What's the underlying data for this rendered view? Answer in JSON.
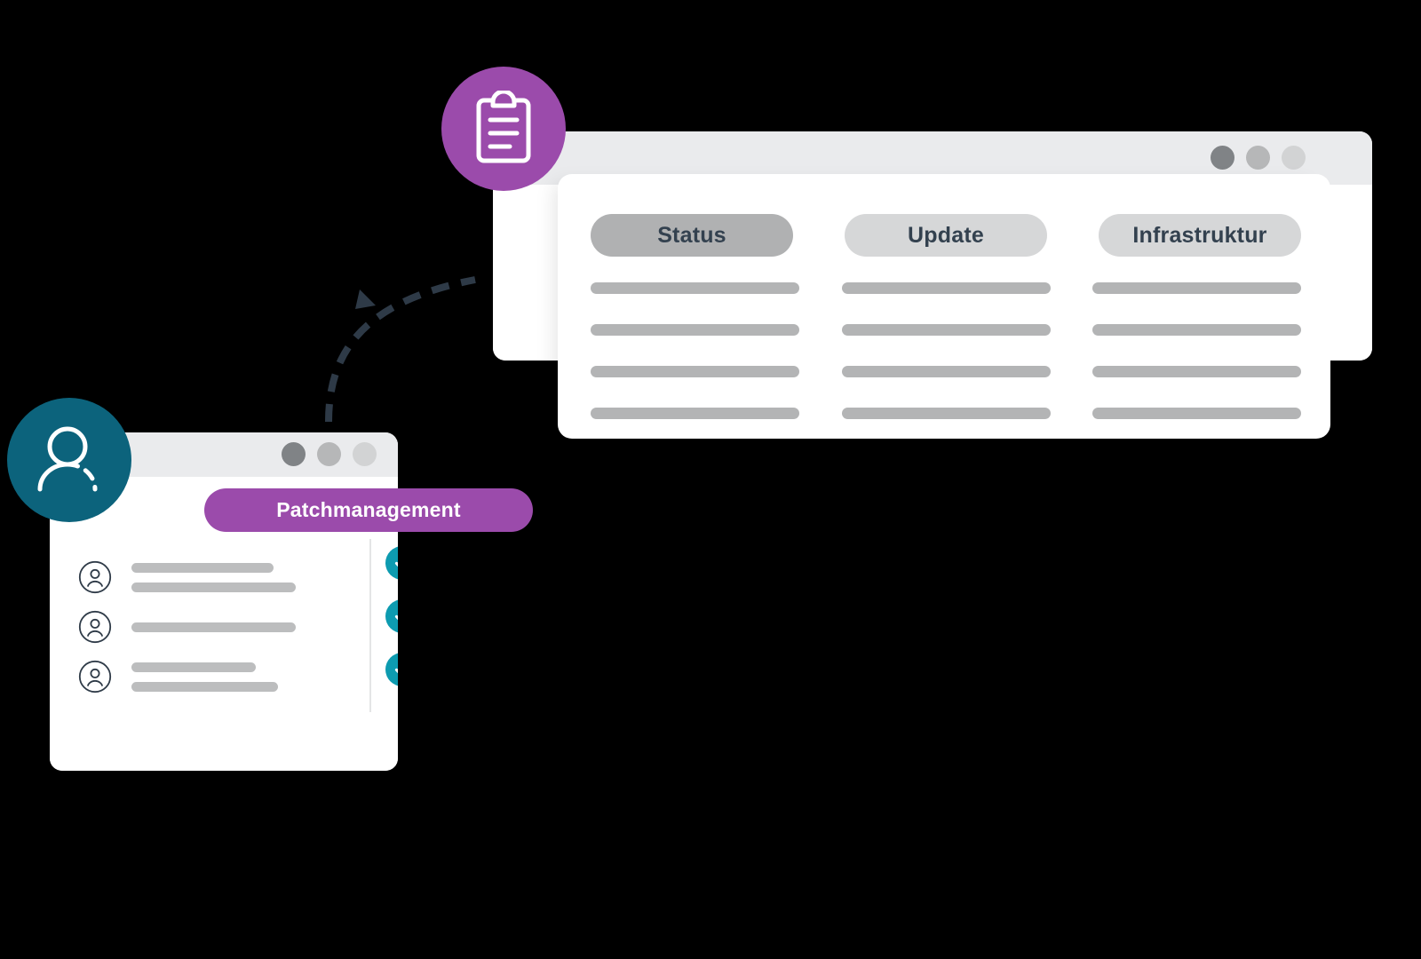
{
  "colors": {
    "purple": "#9b4bab",
    "teal_badge": "#0c637c",
    "teal_check": "#0d9bb0",
    "tab_active_bg": "#b0b1b2",
    "tab_bg": "#d6d7d8",
    "tab_text": "#33414f",
    "placeholder_bar": "#b3b4b5",
    "titlebar": "#eaebed",
    "arrow": "#2e3a47",
    "background": "#000000"
  },
  "clipboard_badge": {
    "icon": "clipboard-icon"
  },
  "avatar_badge": {
    "icon": "user-avatar-icon"
  },
  "arrow": {
    "icon": "dashed-curved-arrow-icon",
    "direction": "up-left"
  },
  "main_window": {
    "titlebar": {
      "dots": [
        {
          "name": "window-dot-close",
          "color": "#808386"
        },
        {
          "name": "window-dot-minimize",
          "color": "#b6b7b8"
        },
        {
          "name": "window-dot-maximize",
          "color": "#d2d3d4"
        }
      ]
    },
    "tabs": [
      {
        "label": "Status",
        "active": true
      },
      {
        "label": "Update",
        "active": false
      },
      {
        "label": "Infrastruktur",
        "active": false
      }
    ],
    "columns": [
      {
        "rows": 4
      },
      {
        "rows": 4
      },
      {
        "rows": 4
      }
    ]
  },
  "small_window": {
    "titlebar": {
      "dots": [
        {
          "name": "window-dot-close",
          "color": "#808386"
        },
        {
          "name": "window-dot-minimize",
          "color": "#b6b7b8"
        },
        {
          "name": "window-dot-maximize",
          "color": "#d2d3d4"
        }
      ]
    },
    "badge_label": "Patchmanagement",
    "list_rows": [
      {
        "avatar": "user-icon",
        "bars": [
          160,
          185
        ],
        "status": "check"
      },
      {
        "avatar": "user-icon",
        "bars": [
          185
        ],
        "status": "check"
      },
      {
        "avatar": "user-icon",
        "bars": [
          140,
          165
        ],
        "status": "check"
      }
    ]
  }
}
